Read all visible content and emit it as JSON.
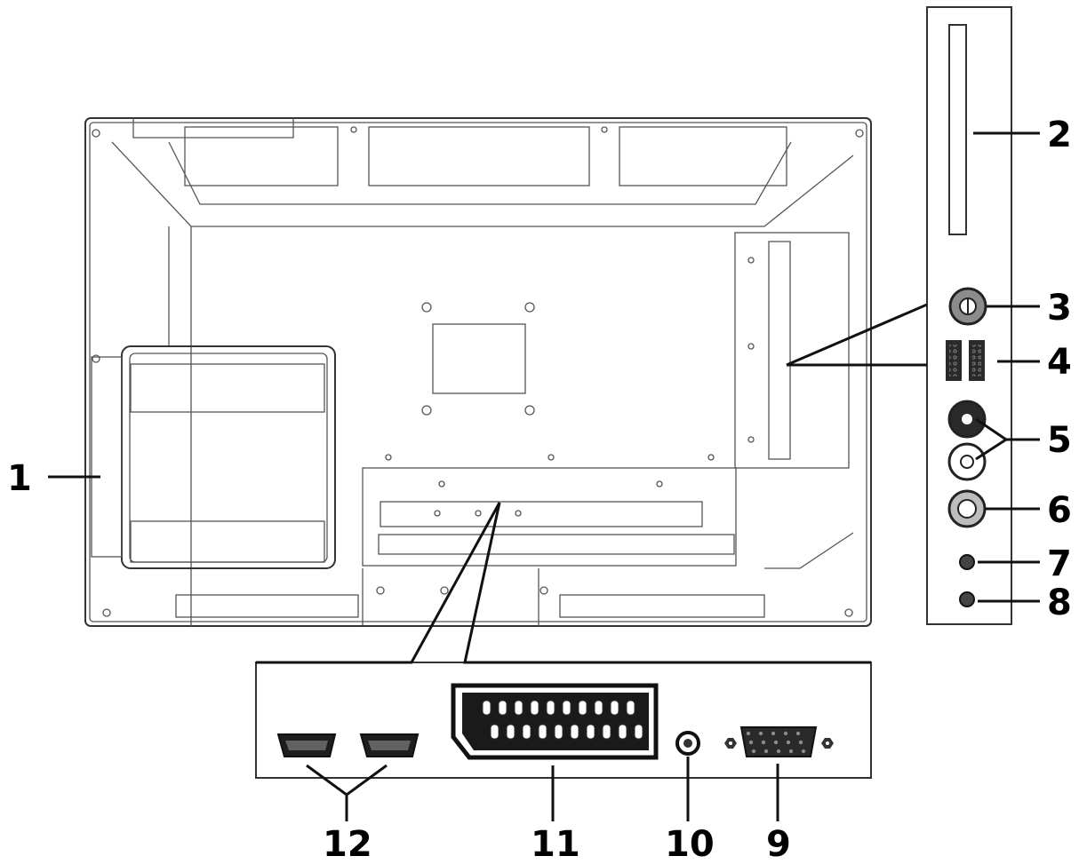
{
  "callouts": {
    "c1": "1",
    "c2": "2",
    "c3": "3",
    "c4": "4",
    "c5": "5",
    "c6": "6",
    "c7": "7",
    "c8": "8",
    "c9": "9",
    "c10": "10",
    "c11": "11",
    "c12": "12"
  },
  "colors": {
    "line": "#111111",
    "outline": "#555555",
    "vent": "#9a9a9a",
    "connector_dark": "#2a2a2a",
    "connector_grey": "#8c8c8c"
  },
  "icons": [
    "hdmi-port-icon",
    "scart-port-icon",
    "audio-jack-icon",
    "vga-port-icon",
    "antenna-port-icon",
    "usb-port-icon",
    "rca-port-icon",
    "headphone-jack-icon"
  ]
}
